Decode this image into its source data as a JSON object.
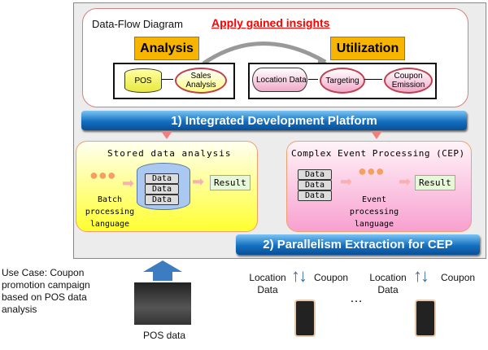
{
  "dfd": {
    "title": "Data-Flow Diagram",
    "apply": "Apply gained insights",
    "analysis": "Analysis",
    "utilization": "Utilization",
    "pos": "POS",
    "sales": "Sales Analysis",
    "location": "Location Data",
    "targeting": "Targeting",
    "coupon": "Coupon Emission"
  },
  "bar1": "1) Integrated Development Platform",
  "bar2": "2) Parallelism Extraction for CEP",
  "stored": {
    "title": "Stored data analysis",
    "lang": "Batch processing language",
    "data": [
      "Data",
      "Data",
      "Data"
    ],
    "result": "Result"
  },
  "cep": {
    "title": "Complex Event Processing (CEP)",
    "lang": "Event processing language",
    "data": [
      "Data",
      "Data",
      "Data"
    ],
    "result": "Result"
  },
  "usecase": "Use Case: Coupon promotion campaign based on POS data analysis",
  "posdata": "POS data",
  "mobile": [
    {
      "location": "Location Data",
      "coupon": "Coupon"
    },
    {
      "location": "Location Data",
      "coupon": "Coupon"
    }
  ],
  "ellipsis": "…"
}
